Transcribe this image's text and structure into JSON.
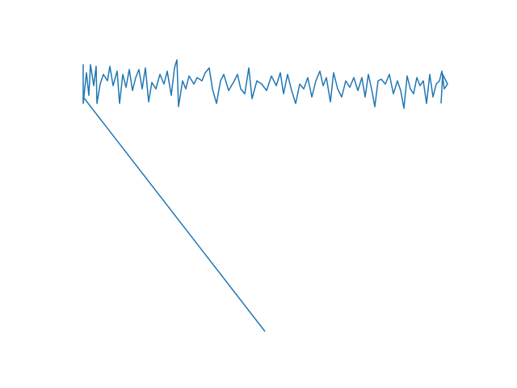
{
  "chart_data": {
    "type": "line",
    "title": "",
    "xlabel": "",
    "ylabel": "",
    "axes_visible": false,
    "grid": false,
    "legend": "none",
    "color": "#1f77b4",
    "series": [
      {
        "points": [
          [
            328,
            410
          ],
          [
            103,
            120
          ],
          [
            103,
            80
          ],
          [
            103,
            128
          ],
          [
            107,
            90
          ],
          [
            110,
            118
          ],
          [
            112,
            80
          ],
          [
            116,
            106
          ],
          [
            119,
            82
          ],
          [
            120,
            128
          ],
          [
            124,
            104
          ],
          [
            128,
            92
          ],
          [
            133,
            100
          ],
          [
            136,
            82
          ],
          [
            140,
            106
          ],
          [
            145,
            88
          ],
          [
            148,
            128
          ],
          [
            152,
            92
          ],
          [
            156,
            108
          ],
          [
            160,
            86
          ],
          [
            164,
            112
          ],
          [
            168,
            96
          ],
          [
            172,
            86
          ],
          [
            176,
            110
          ],
          [
            180,
            84
          ],
          [
            184,
            126
          ],
          [
            188,
            102
          ],
          [
            193,
            110
          ],
          [
            198,
            92
          ],
          [
            203,
            104
          ],
          [
            207,
            88
          ],
          [
            212,
            118
          ],
          [
            216,
            84
          ],
          [
            219,
            74
          ],
          [
            221,
            132
          ],
          [
            226,
            100
          ],
          [
            230,
            110
          ],
          [
            234,
            94
          ],
          [
            240,
            104
          ],
          [
            244,
            96
          ],
          [
            250,
            100
          ],
          [
            254,
            90
          ],
          [
            259,
            84
          ],
          [
            263,
            110
          ],
          [
            268,
            128
          ],
          [
            273,
            100
          ],
          [
            277,
            92
          ],
          [
            283,
            112
          ],
          [
            290,
            100
          ],
          [
            294,
            92
          ],
          [
            298,
            110
          ],
          [
            303,
            116
          ],
          [
            308,
            84
          ],
          [
            312,
            122
          ],
          [
            318,
            100
          ],
          [
            324,
            104
          ],
          [
            330,
            112
          ],
          [
            336,
            94
          ],
          [
            342,
            106
          ],
          [
            347,
            90
          ],
          [
            351,
            116
          ],
          [
            356,
            92
          ],
          [
            361,
            112
          ],
          [
            366,
            128
          ],
          [
            371,
            104
          ],
          [
            376,
            110
          ],
          [
            381,
            96
          ],
          [
            386,
            120
          ],
          [
            391,
            100
          ],
          [
            396,
            88
          ],
          [
            400,
            106
          ],
          [
            404,
            96
          ],
          [
            409,
            126
          ],
          [
            413,
            90
          ],
          [
            418,
            110
          ],
          [
            423,
            120
          ],
          [
            428,
            100
          ],
          [
            433,
            108
          ],
          [
            438,
            96
          ],
          [
            443,
            112
          ],
          [
            448,
            96
          ],
          [
            452,
            120
          ],
          [
            456,
            92
          ],
          [
            460,
            110
          ],
          [
            464,
            132
          ],
          [
            468,
            100
          ],
          [
            472,
            98
          ],
          [
            477,
            104
          ],
          [
            482,
            92
          ],
          [
            487,
            116
          ],
          [
            492,
            100
          ],
          [
            496,
            112
          ],
          [
            500,
            134
          ],
          [
            504,
            94
          ],
          [
            508,
            110
          ],
          [
            512,
            116
          ],
          [
            516,
            96
          ],
          [
            520,
            106
          ],
          [
            524,
            100
          ],
          [
            528,
            128
          ],
          [
            532,
            92
          ],
          [
            536,
            120
          ],
          [
            540,
            104
          ],
          [
            544,
            100
          ],
          [
            547,
            88
          ],
          [
            550,
            110
          ],
          [
            554,
            104
          ],
          [
            548,
            92
          ],
          [
            546,
            128
          ]
        ]
      }
    ]
  }
}
